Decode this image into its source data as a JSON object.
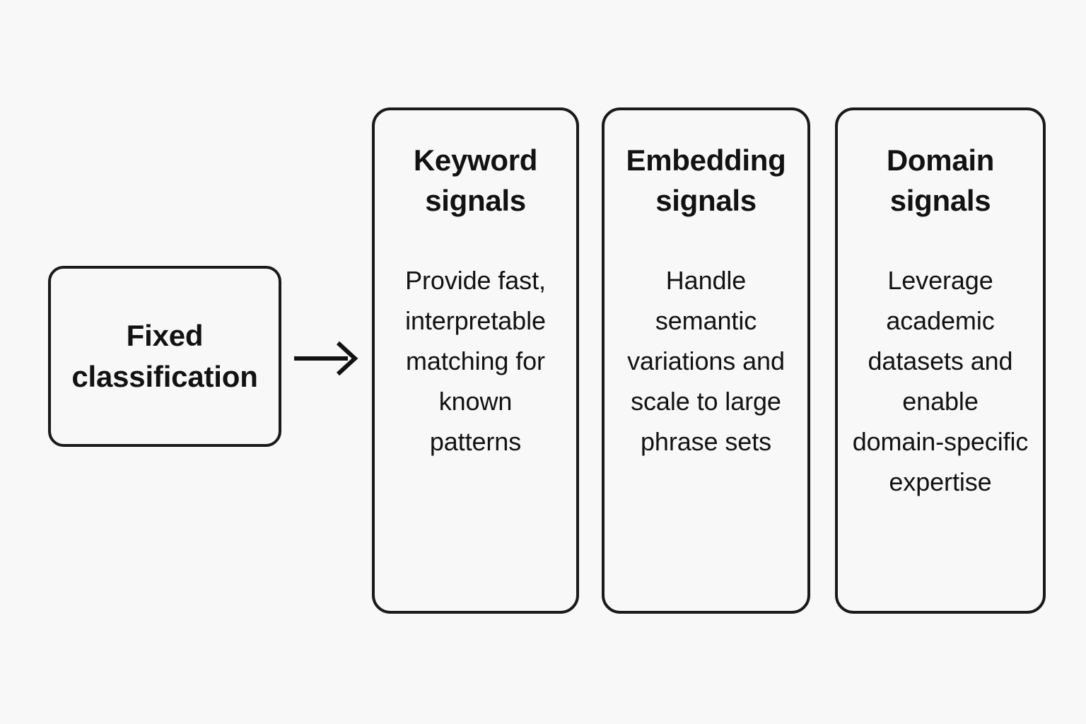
{
  "diagram": {
    "type": "flow",
    "background_color": "#f8f8f8",
    "stroke_color": "#1a1a1a",
    "text_color": "#121212",
    "source": {
      "label": "Fixed\nclassification"
    },
    "connector": {
      "icon": "arrow-right-icon",
      "from": "source",
      "to": "cards"
    },
    "cards": [
      {
        "id": "keyword-signals",
        "title": "Keyword\nsignals",
        "body": "Provide fast,\ninterpretable\nmatching for\nknown\npatterns"
      },
      {
        "id": "embedding-signals",
        "title": "Embedding\nsignals",
        "body": "Handle\nsemantic\nvariations and\nscale to large\nphrase sets"
      },
      {
        "id": "domain-signals",
        "title": "Domain\nsignals",
        "body": "Leverage\nacademic\ndatasets and\nenable\ndomain-specific\nexpertise"
      }
    ]
  }
}
